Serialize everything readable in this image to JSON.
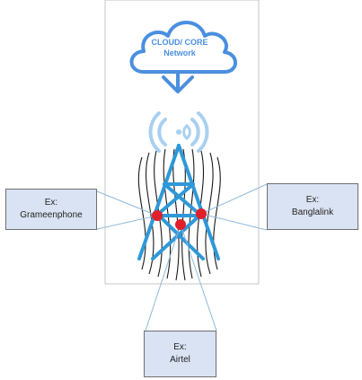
{
  "cloud": {
    "line1": "CLOUD/ CORE",
    "line2": "Network"
  },
  "callouts": {
    "grameenphone": {
      "prefix": "Ex:",
      "name": "Grameenphone"
    },
    "banglalink": {
      "prefix": "Ex:",
      "name": "Banglalink"
    },
    "airtel": {
      "prefix": "Ex:",
      "name": "Airtel"
    }
  },
  "colors": {
    "cloud": "#4a8fe0",
    "tower": "#2f98d8",
    "signal_waves": "#a9d0ef",
    "dots": "#e0202a",
    "callout_fill": "#dae3f3",
    "callout_border": "#6f6f6f",
    "connector": "#8fb8dc"
  }
}
